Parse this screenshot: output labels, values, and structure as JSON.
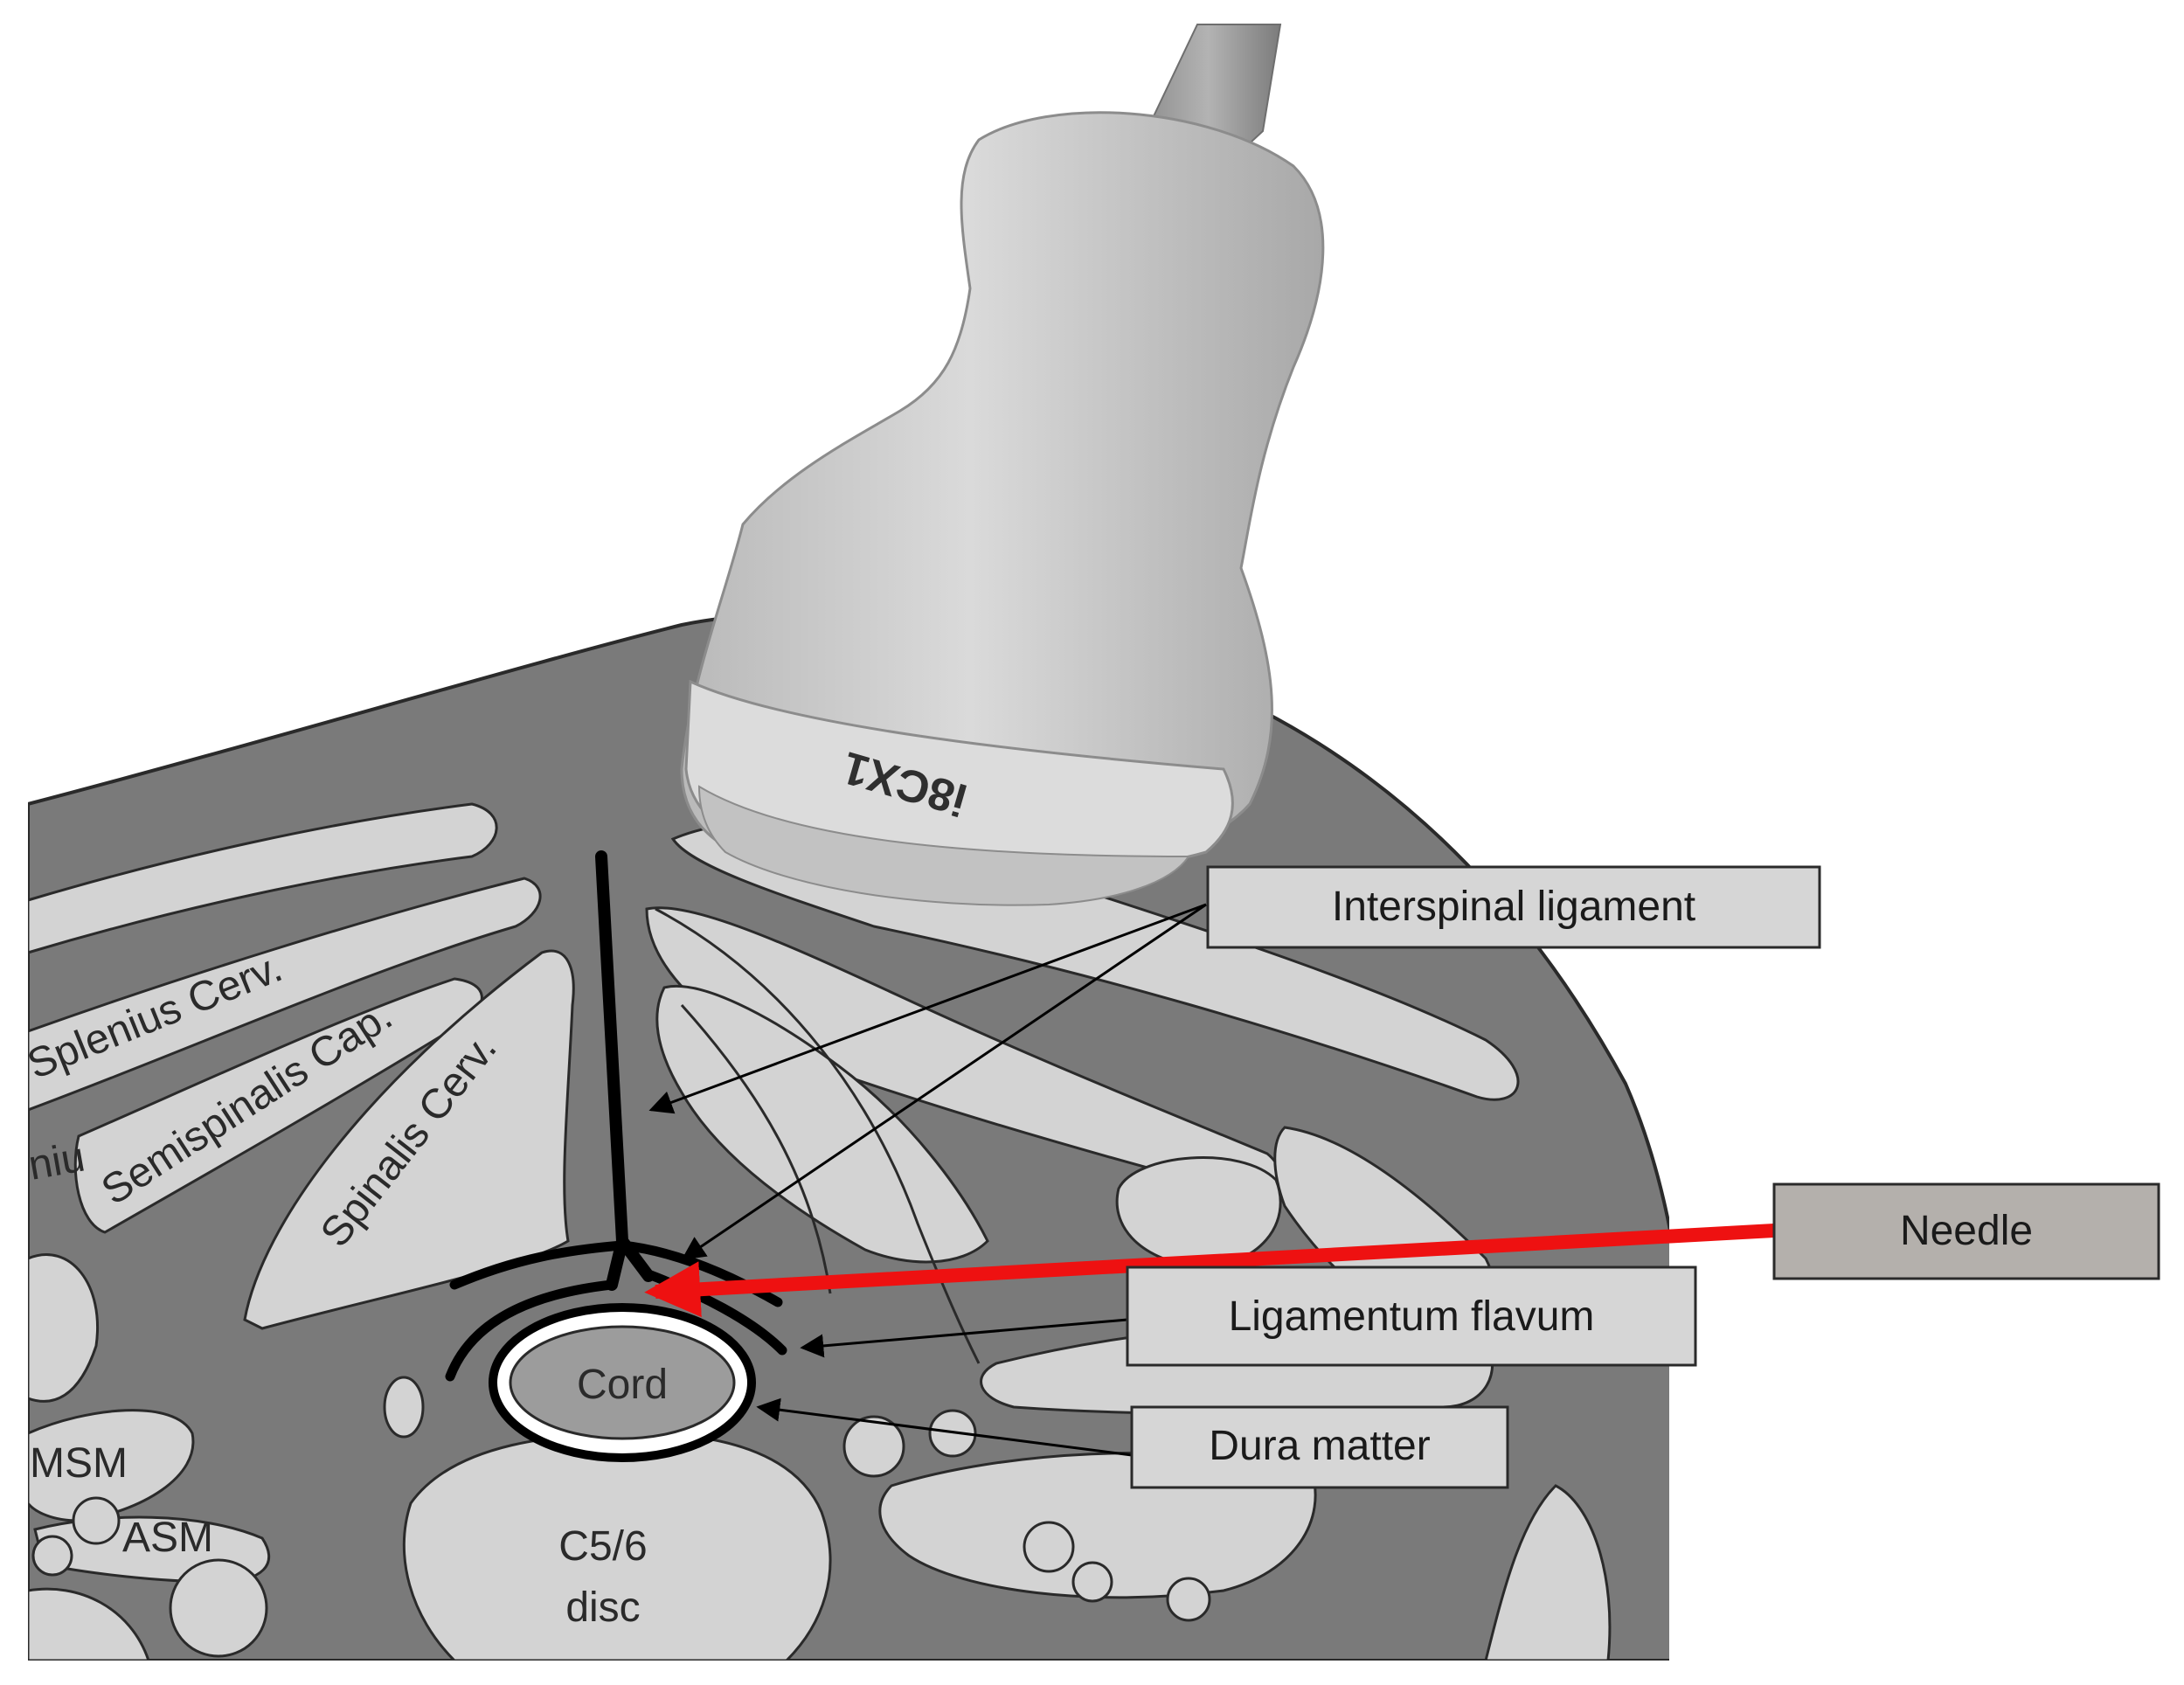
{
  "probe": {
    "model_label": "i8CX1"
  },
  "muscles": {
    "splenius": "Splenius Cerv.",
    "semispinalis": "Semispinalis Cap.",
    "spinalis": "Spinalis Cerv.",
    "partial": "niu",
    "msm": "MSM",
    "asm": "ASM"
  },
  "structures": {
    "cord": "Cord",
    "disc_line1": "C5/6",
    "disc_line2": "disc"
  },
  "callouts": {
    "interspinal": "Interspinal ligament",
    "needle": "Needle",
    "flavum": "Ligamentum flavum",
    "dura": "Dura matter"
  },
  "colors": {
    "tissue_dark": "#7a7a7a",
    "tissue_light": "#d3d3d3",
    "probe_body": "#cfcfcf",
    "needle": "#ee1111",
    "needle_box": "#b4b0ac",
    "callout_box": "#d6d6d6"
  }
}
